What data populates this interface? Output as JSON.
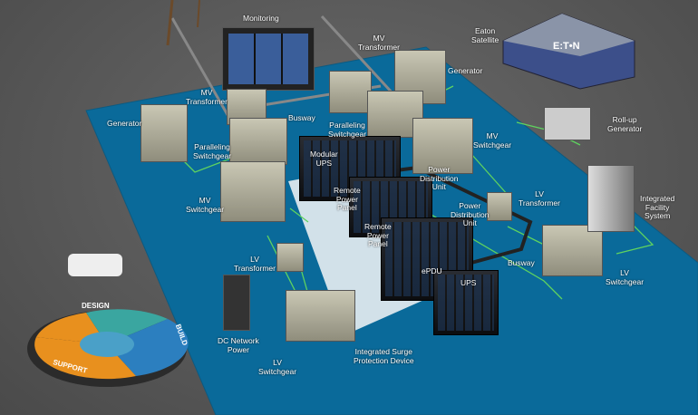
{
  "labels": {
    "monitoring": "Monitoring",
    "mv_transformer_top": [
      "MV",
      "Transformer"
    ],
    "eaton_satellite": [
      "Eaton",
      "Satellite"
    ],
    "generator_right": "Generator",
    "generator_left": "Generator",
    "mv_transformer_left": [
      "MV",
      "Transformer"
    ],
    "busway_top": "Busway",
    "paralleling_switchgear_left": [
      "Paralleling",
      "Switchgear"
    ],
    "paralleling_switchgear_mid": [
      "Paralleling",
      "Switchgear"
    ],
    "mv_switchgear_right": [
      "MV",
      "Switchgear"
    ],
    "rollup_generator": [
      "Roll-up",
      "Generator"
    ],
    "modular_ups": [
      "Modular",
      "UPS"
    ],
    "pdu_top": [
      "Power",
      "Distribution",
      "Unit"
    ],
    "mv_switchgear_left": [
      "MV",
      "Switchgear"
    ],
    "rpp_top": [
      "Remote",
      "Power",
      "Panel"
    ],
    "rpp_bottom": [
      "Remote",
      "Power",
      "Panel"
    ],
    "pdu_bottom": [
      "Power",
      "Distribution",
      "Unit"
    ],
    "lv_transformer_right": [
      "LV",
      "Transformer"
    ],
    "integrated_facility": [
      "Integrated",
      "Facility",
      "System"
    ],
    "lv_transformer_left": [
      "LV",
      "Transformer"
    ],
    "epdu": "ePDU",
    "busway_right": "Busway",
    "ups": "UPS",
    "lv_switchgear_right": [
      "LV",
      "Switchgear"
    ],
    "dc_network_power": [
      "DC Network",
      "Power"
    ],
    "lv_switchgear_bottom": [
      "LV",
      "Switchgear"
    ],
    "surge_device": [
      "Integrated Surge",
      "Protection Device"
    ]
  },
  "services": {
    "design": "DESIGN",
    "build": "BUILD",
    "support": "SUPPORT"
  },
  "brand": "E:T•N",
  "colors": {
    "floor": "#0a6a9a",
    "lines": "#5fd35f",
    "gear": "#b8b6a3",
    "design": "#3aa6a0",
    "build": "#2c7fbf",
    "support": "#e8901e"
  }
}
